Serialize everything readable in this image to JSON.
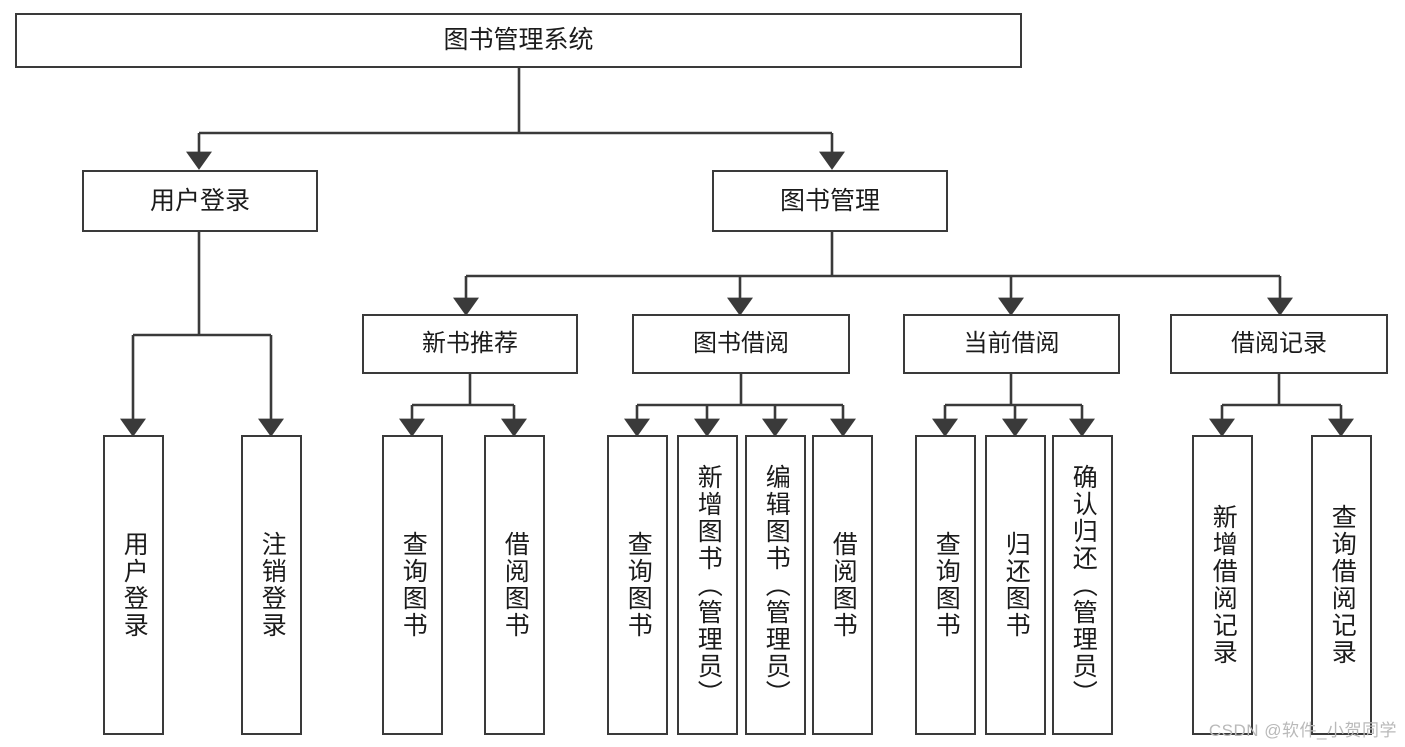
{
  "diagram": {
    "title": "图书管理系统",
    "type": "tree-hierarchy-diagram",
    "colors": {
      "stroke": "#3a3a3a",
      "fill": "#ffffff",
      "text": "#1b1b1b",
      "watermark": "#b9b9b9"
    },
    "root": {
      "label": "图书管理系统"
    },
    "level2": [
      {
        "label": "用户登录"
      },
      {
        "label": "图书管理"
      }
    ],
    "level3": [
      {
        "label": "新书推荐"
      },
      {
        "label": "图书借阅"
      },
      {
        "label": "当前借阅"
      },
      {
        "label": "借阅记录"
      }
    ],
    "leaves": {
      "user_login": [
        {
          "label": "用户登录"
        },
        {
          "label": "注销登录"
        }
      ],
      "new_book_recommend": [
        {
          "label": "查询图书"
        },
        {
          "label": "借阅图书"
        }
      ],
      "book_borrow": [
        {
          "label": "查询图书"
        },
        {
          "label": "新增图书（管理员）"
        },
        {
          "label": "编辑图书（管理员）"
        },
        {
          "label": "借阅图书"
        }
      ],
      "current_borrow": [
        {
          "label": "查询图书"
        },
        {
          "label": "归还图书"
        },
        {
          "label": "确认归还（管理员）"
        }
      ],
      "borrow_record": [
        {
          "label": "新增借阅记录"
        },
        {
          "label": "查询借阅记录"
        }
      ]
    }
  },
  "watermark": {
    "text": "CSDN @软件_小贺同学"
  }
}
